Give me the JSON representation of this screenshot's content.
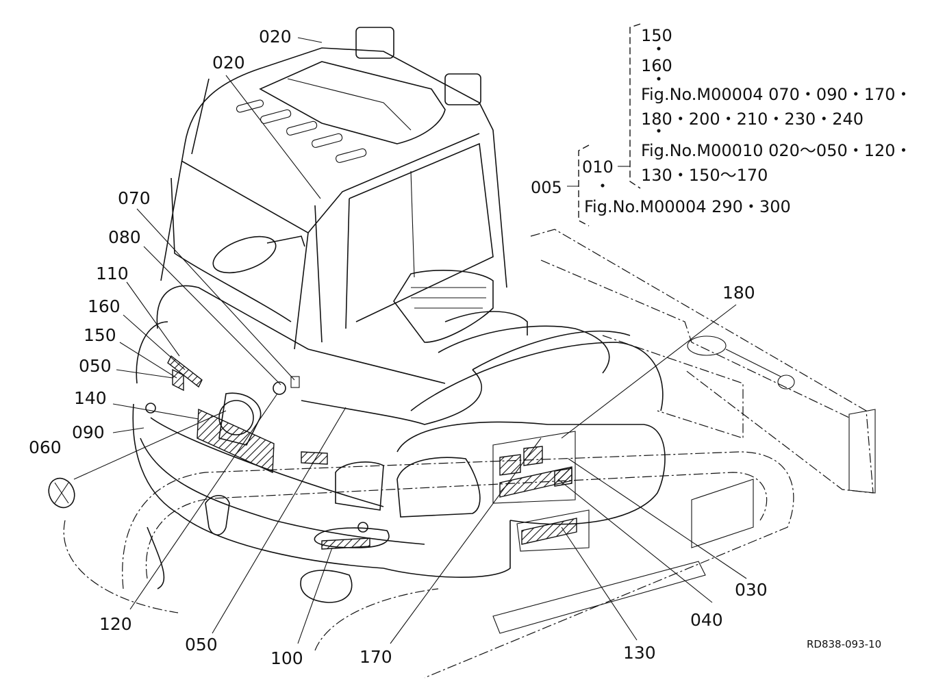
{
  "part_labels": {
    "l020a": "020",
    "l020b": "020",
    "l070": "070",
    "l080": "080",
    "l110": "110",
    "l160": "160",
    "l150": "150",
    "l050a": "050",
    "l140": "140",
    "l090": "090",
    "l060": "060",
    "l120": "120",
    "l050b": "050",
    "l100": "100",
    "l170": "170",
    "l130": "130",
    "l040": "040",
    "l030": "030",
    "l180": "180"
  },
  "reference_block": {
    "r150": "150",
    "dot1": "・",
    "r160": "160",
    "dot2": "・",
    "fig1": "Fig.No.M00004  070・090・170・",
    "fig1b": "180・200・210・230・240",
    "dot3": "・",
    "fig2": "Fig.No.M00010  020～050・120・",
    "fig2b": "130・150～170",
    "r010": "010",
    "r005": "005",
    "dot4": "・",
    "fig3": "Fig.No.M00004  290・300"
  },
  "drawing_code": "RD838-093-10"
}
